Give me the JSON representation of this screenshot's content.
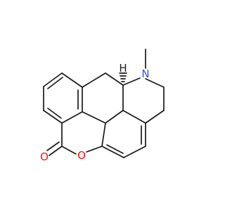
{
  "molecule": {
    "atoms": {
      "oxygen_carbonyl": {
        "label": "O",
        "color": "#ff0d0d"
      },
      "oxygen_ring": {
        "label": "O",
        "color": "#ff0d0d"
      },
      "nitrogen": {
        "label": "N",
        "color": "#3050f8"
      },
      "stereo_hydrogen": {
        "label": "H",
        "color": "#1a1a1a"
      }
    },
    "bond_color": "#1a1a1a"
  }
}
